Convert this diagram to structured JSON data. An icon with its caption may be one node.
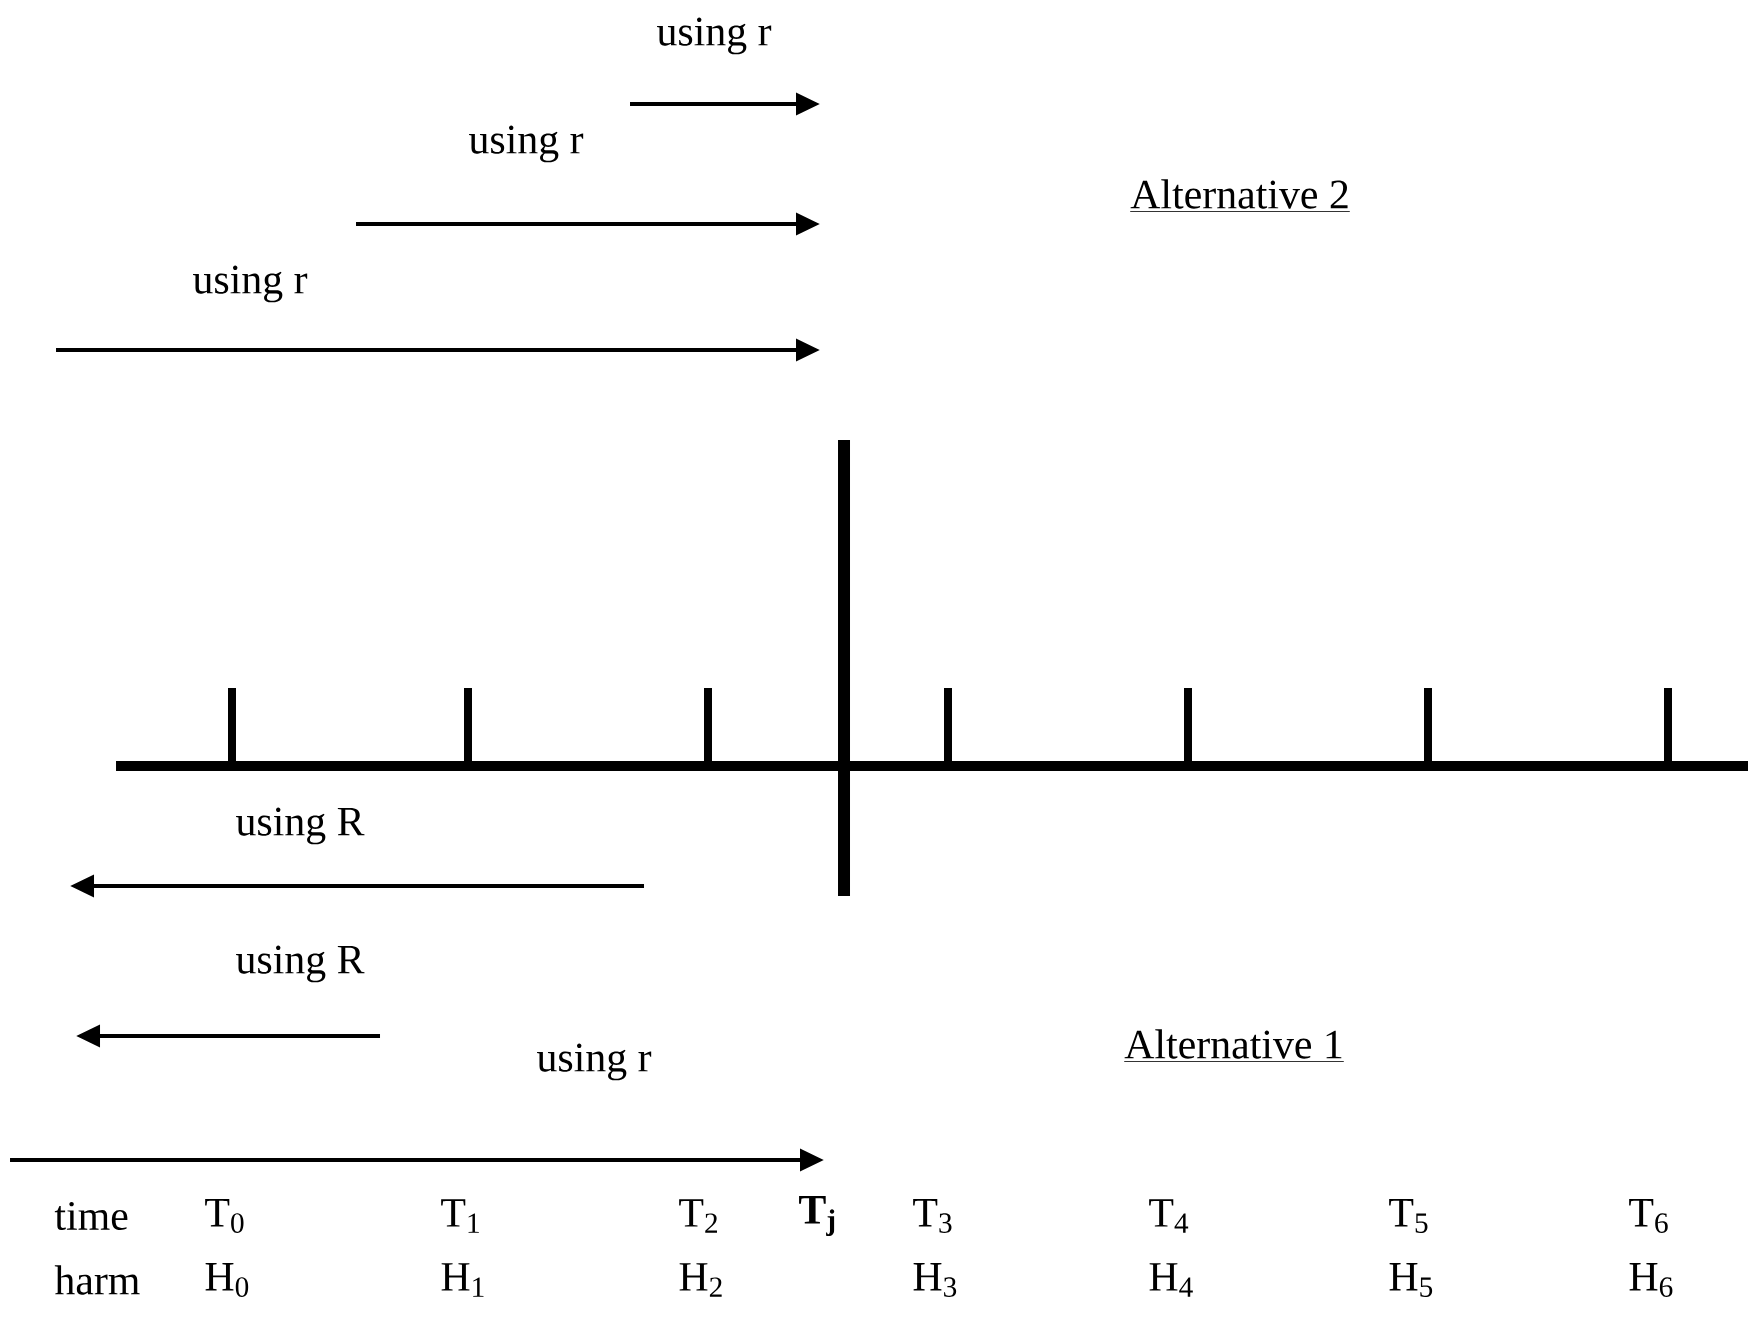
{
  "diagram": {
    "labels": [
      "using r",
      "using r",
      "Alternative 2",
      "using r",
      "using R",
      "using R",
      "Alternative 1",
      "using r",
      "time",
      "T$_{0}$",
      "T$_{1}$",
      "T$_{2}$",
      "T$_{j}$",
      "T$_{3}$",
      "T$_{4}$",
      "T$_{5}$",
      "T$_{6}$",
      "harm",
      "H$_{0}$",
      "H$_{1}$",
      "H$_{2}$",
      "H$_{3}$",
      "H$_{4}$",
      "H$_{5}$",
      "H$_{6}$"
    ]
  }
}
